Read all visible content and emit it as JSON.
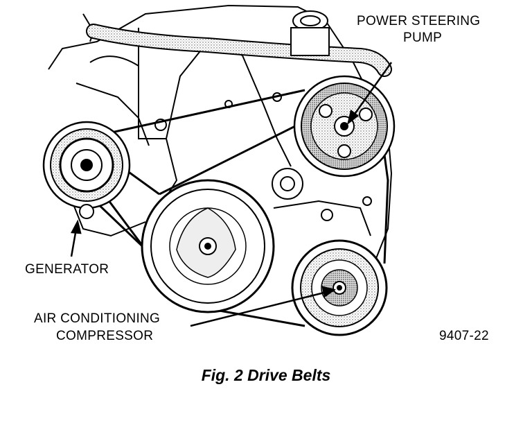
{
  "labels": {
    "power_steering_line1": "POWER STEERING",
    "power_steering_line2": "PUMP",
    "generator": "GENERATOR",
    "ac_line1": "AIR CONDITIONING",
    "ac_line2": "COMPRESSOR",
    "figure_number": "9407-22"
  },
  "caption": "Fig. 2 Drive Belts",
  "colors": {
    "ink": "#000000",
    "background": "#ffffff",
    "stipple": "#b8b8b8"
  }
}
